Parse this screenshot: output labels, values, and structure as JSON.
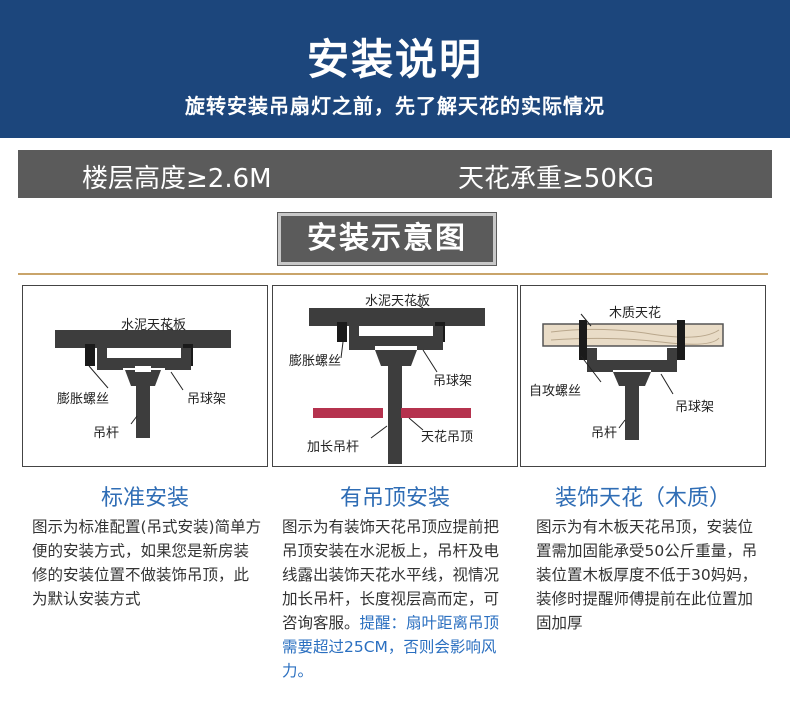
{
  "header": {
    "title": "安装说明",
    "subtitle": "旋转安装吊扇灯之前，先了解天花的实际情况"
  },
  "specs": {
    "floor_height": "楼层高度≥2.6M",
    "ceiling_load": "天花承重≥50KG"
  },
  "diagram_title": "安装示意图",
  "panels": [
    {
      "labels": {
        "slab": "水泥天花板",
        "bolt": "膨胀螺丝",
        "bracket": "吊球架",
        "rod": "吊杆"
      },
      "caption_title": "标准安装",
      "caption_text": "图示为标准配置(吊式安装)简单方便的安装方式，如果您是新房装修的安装位置不做装饰吊顶，此为默认安装方式"
    },
    {
      "labels": {
        "slab": "水泥天花板",
        "bolt": "膨胀螺丝",
        "bracket": "吊球架",
        "rod": "加长吊杆",
        "ceiling": "天花吊顶"
      },
      "caption_title": "有吊顶安装",
      "caption_text": "图示为有装饰天花吊顶应提前把吊顶安装在水泥板上，吊杆及电线露出装饰天花水平线，视情况加长吊杆，长度视层高而定，可咨询客服。",
      "caption_note": "提醒：扇叶距离吊顶需要超过25CM，否则会影响风力。"
    },
    {
      "labels": {
        "slab": "木质天花",
        "bolt": "自攻螺丝",
        "bracket": "吊球架",
        "rod": "吊杆"
      },
      "caption_title": "装饰天花（木质）",
      "caption_text": "图示为有木板天花吊顶，安装位置需加固能承受50公斤重量，吊装位置木板厚度不低于30妈妈，装修时提醒师傅提前在此位置加固加厚"
    }
  ],
  "colors": {
    "header_bg": "#1c467c",
    "bar_bg": "#5b5b5b",
    "caption_title": "#2f6db5",
    "note": "#2a6fc0",
    "drywall": "#b5324e",
    "wood": "#e9dcc7"
  }
}
